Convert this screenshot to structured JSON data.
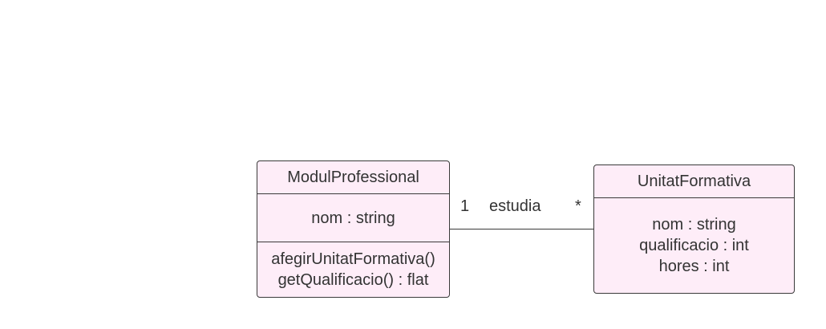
{
  "classes": [
    {
      "name": "ModulProfessional",
      "attributes": [
        "nom : string"
      ],
      "operations": [
        "afegirUnitatFormativa()",
        "getQualificacio() : flat"
      ]
    },
    {
      "name": "UnitatFormativa",
      "attributes": [
        "nom : string",
        "qualificacio : int",
        "hores : int"
      ],
      "operations": []
    }
  ],
  "association": {
    "name": "estudia",
    "source_multiplicity": "1",
    "target_multiplicity": "*"
  },
  "colors": {
    "class_fill": "#feedf8",
    "border": "#3a3a3a",
    "text": "#333333"
  }
}
